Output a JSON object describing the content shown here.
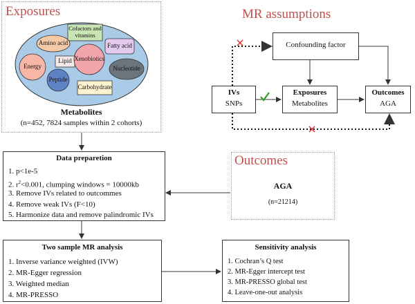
{
  "exposures_panel": {
    "title": "Exposures",
    "categories": [
      "Cofactors and vitamins",
      "Amino acid",
      "Fatty acid",
      "Lipid",
      "Xenobiotics",
      "Energy",
      "Nucleotide",
      "Peptide",
      "Carbohydrate"
    ],
    "metabolites_label": "Metabolites",
    "metabolites_detail": "(n=452, 7824 samples within 2 cohorts)"
  },
  "mr_assumptions": {
    "title": "MR assumptions",
    "confounding": "Confounding factor",
    "ivs_title": "IVs",
    "ivs_sub": "SNPs",
    "exposures_title": "Exposures",
    "exposures_sub": "Metabolites",
    "outcomes_title": "Outcomes",
    "outcomes_sub": "AGA"
  },
  "outcomes_panel": {
    "title": "Outcomes",
    "name": "AGA",
    "n": "(n=21214)"
  },
  "data_preparation": {
    "title": "Data preparetion",
    "items": [
      "1. p<1e-5",
      "2. r",
      "3. Remove IVs related to outcommes",
      "4. Remove weak IVs (F<10)",
      "5. Harmonize data and remove palindromic IVs"
    ],
    "r2_rest": "<0.001, clumping windows = 10000kb"
  },
  "two_sample": {
    "title": "Two sample MR analysis",
    "items": [
      "1. Inverse variance weighted (IVW)",
      "2. MR-Egger regression",
      "3. Weighted median",
      "4. MR-PRESSO"
    ]
  },
  "sensitivity": {
    "title": "Sensitivity analysis",
    "items": [
      "1. Cochran’s Q test",
      "2. MR-Egger intercept test",
      "3. MR-PRESSO global test",
      "4. Leave-one-out analysis"
    ]
  },
  "colors": {
    "accent_red": "#c0504d",
    "ellipse_blue": "#a9cbe8",
    "cofactors": "#c8e3b4",
    "amino_acid": "#f4c9a7",
    "fatty_acid": "#e4c9ee",
    "lipid": "#f4e9e6",
    "xenobiotics": "#f2a6ab",
    "energy": "#f7b6a6",
    "nucleotide": "#6c747c",
    "peptide": "#5f82c4",
    "carbohydrate": "#fdf3d1",
    "check_green": "#2e9b2e",
    "cross_red": "#d33"
  }
}
